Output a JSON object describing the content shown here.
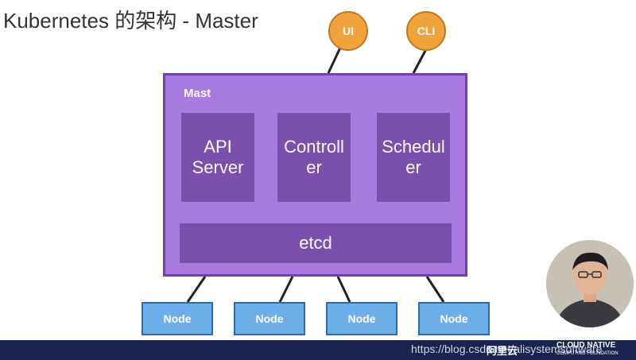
{
  "title": "Kubernetes 的架构 - Master",
  "clients": [
    {
      "label": "UI"
    },
    {
      "label": "CLI"
    }
  ],
  "master": {
    "label": "Mast",
    "components": [
      {
        "label": "API Server"
      },
      {
        "label": "Controll er"
      },
      {
        "label": "Schedul er"
      }
    ],
    "etcd": "etcd"
  },
  "nodes": [
    {
      "label": "Node"
    },
    {
      "label": "Node"
    },
    {
      "label": "Node"
    },
    {
      "label": "Node"
    }
  ],
  "footer": {
    "watermark": "https://blog.csdn.net/alisystemsoftware",
    "logo_aliyun": "阿里云",
    "logo_cncf": "CLOUD NATIVE",
    "logo_cncf_sub": "COMPUTING FOUNDATION"
  },
  "colors": {
    "master_fill": "#a97ae0",
    "component_fill": "#7a4fae",
    "client_fill": "#f0a33a",
    "node_fill": "#6eaee8"
  }
}
